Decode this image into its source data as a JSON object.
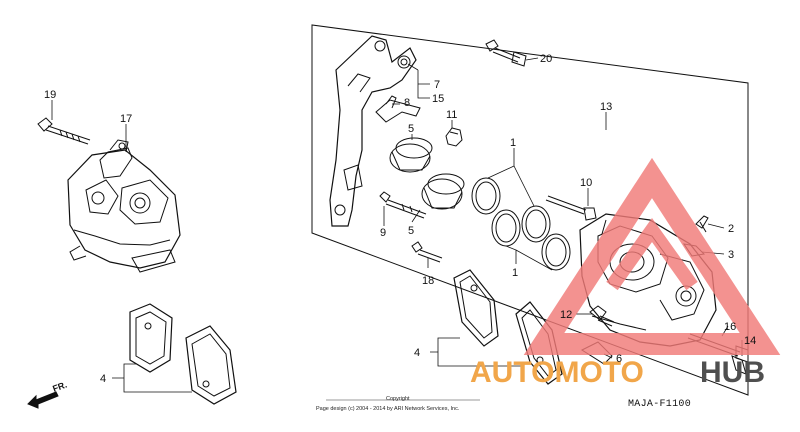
{
  "diagram": {
    "code": "MAJA-F1100",
    "direction_label": "FR.",
    "copyright_lines": [
      "Copyright",
      "Page design (c) 2004 - 2014 by ARI Network Services, Inc."
    ],
    "watermark": {
      "part1": "AUTOMOTO",
      "part2": "HUB",
      "colors": {
        "triangle": "#f07a78",
        "text_orange": "#f1a64a",
        "text_gray": "#4f4f4f"
      }
    },
    "callouts": {
      "c1a": "1",
      "c1b": "1",
      "c2": "2",
      "c3": "3",
      "c4a": "4",
      "c4b": "4",
      "c5a": "5",
      "c5b": "5",
      "c6": "6",
      "c7": "7",
      "c8": "8",
      "c9": "9",
      "c10": "10",
      "c11": "11",
      "c12": "12",
      "c13": "13",
      "c14": "14",
      "c15": "15",
      "c16": "16",
      "c17": "17",
      "c18": "18",
      "c19": "19",
      "c20": "20"
    }
  }
}
